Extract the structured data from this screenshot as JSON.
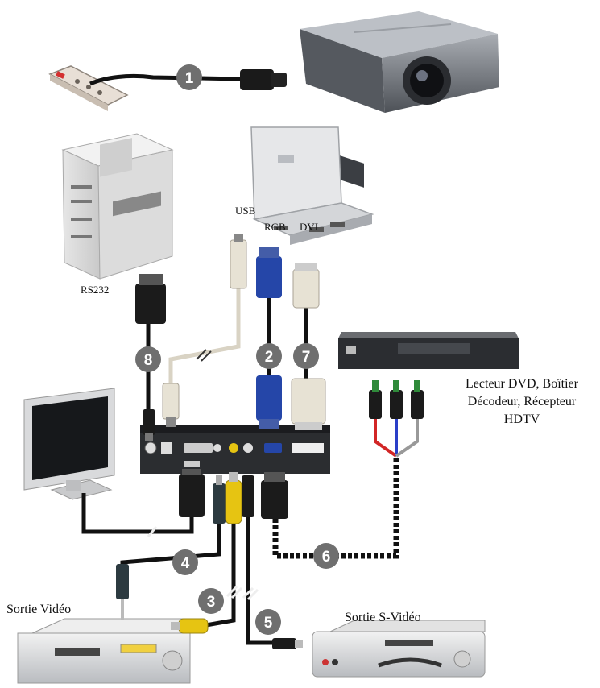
{
  "labels": {
    "usb": "USB",
    "rgb": "RGB",
    "dvi": "DVI",
    "rs232": "RS232",
    "dvd_box_line1": "Lecteur DVD,  Boîtier",
    "dvd_box_line2": "Décodeur, Récepteur",
    "dvd_box_line3": "HDTV",
    "video_out": "Sortie Vidéo",
    "svideo_out": "Sortie S-Vidéo"
  },
  "cables": [
    {
      "number": "1",
      "type": "power"
    },
    {
      "number": "2",
      "type": "vga"
    },
    {
      "number": "3",
      "type": "composite-video"
    },
    {
      "number": "4",
      "type": "audio"
    },
    {
      "number": "5",
      "type": "s-video"
    },
    {
      "number": "6",
      "type": "component"
    },
    {
      "number": "7",
      "type": "dvi"
    },
    {
      "number": "8",
      "type": "rs232"
    }
  ],
  "colors": {
    "badge": "#6f6f6f",
    "cable": "#111111",
    "usb_cable": "#d9d3c4",
    "vga_connector": "#2546a8",
    "composite_yellow": "#e6c412",
    "component_red": "#d22626",
    "component_blue": "#2a3fc8",
    "component_green": "#2f8a3a"
  }
}
